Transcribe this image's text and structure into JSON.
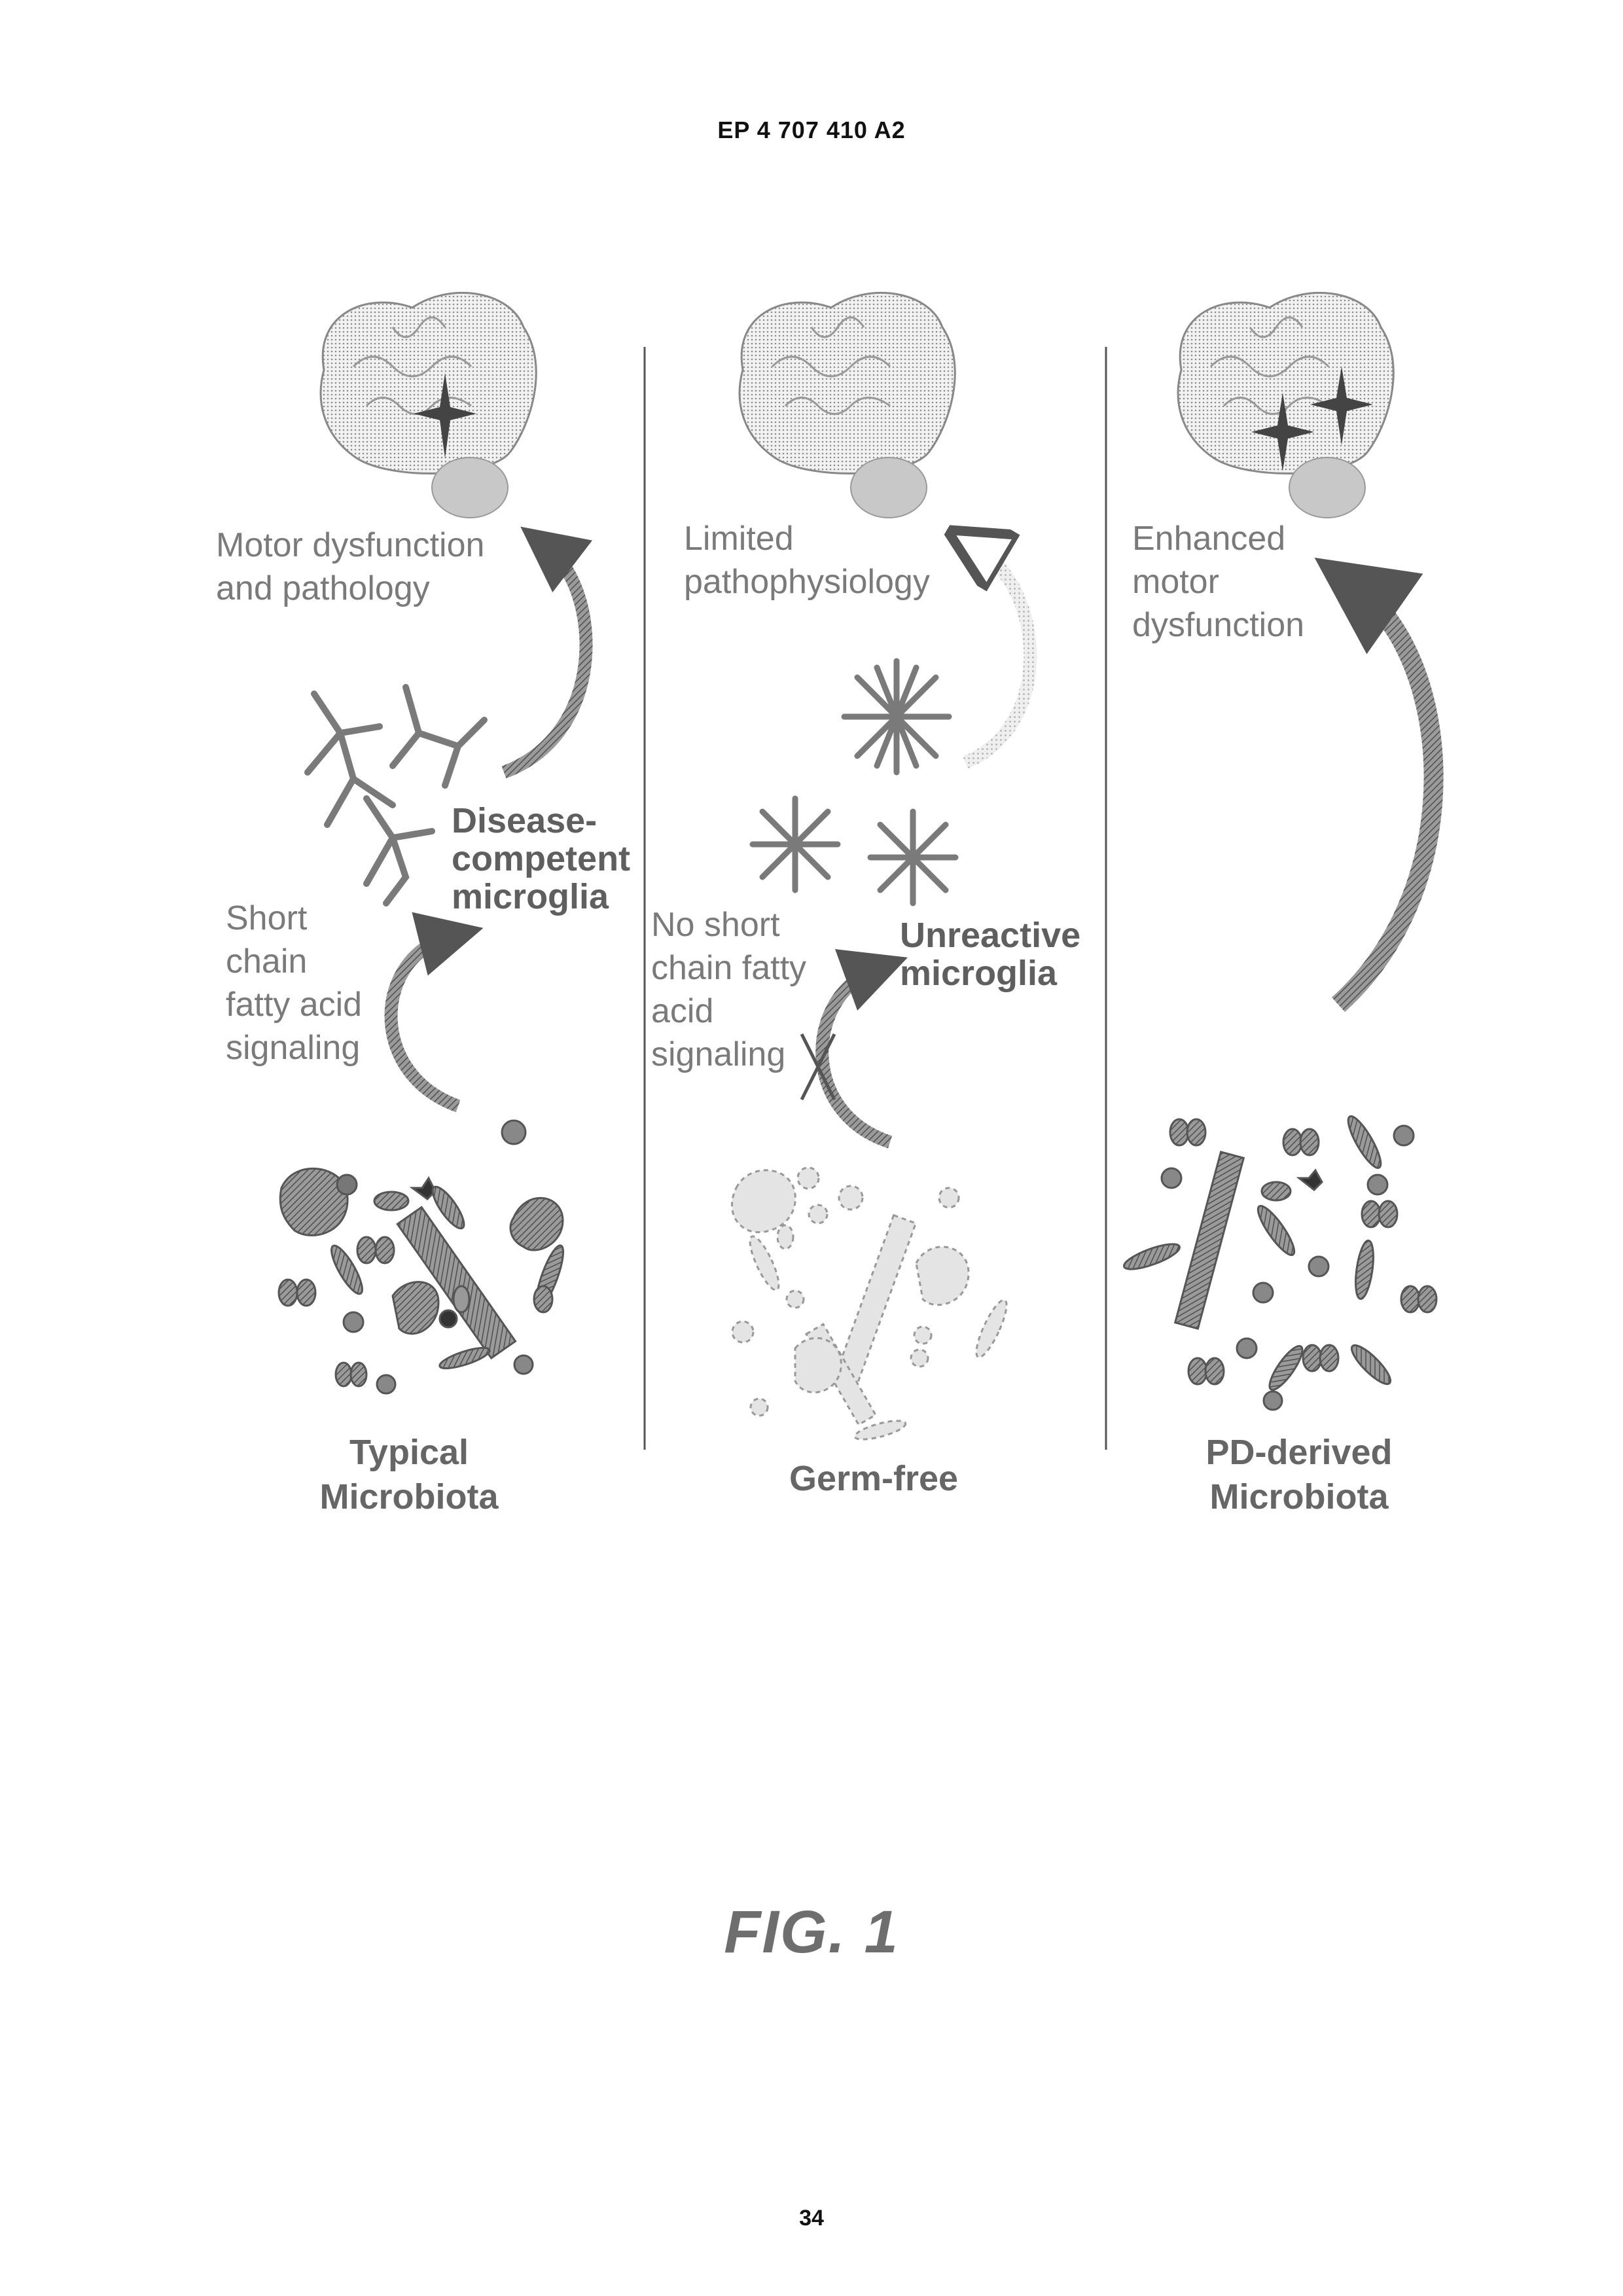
{
  "header": {
    "patent_number": "EP 4 707 410 A2"
  },
  "figure": {
    "label": "FIG. 1",
    "columns": [
      {
        "outcome": "Motor dysfunction\nand pathology",
        "microglia": "Disease-\ncompetent\nmicroglia",
        "signaling": "Short\nchain\nfatty acid\nsignaling",
        "caption": "Typical\nMicrobiota"
      },
      {
        "outcome": "Limited\npathophysiology",
        "microglia": "Unreactive\nmicroglia",
        "signaling": "No short\nchain fatty\nacid\nsignaling",
        "caption": "Germ-free"
      },
      {
        "outcome": "Enhanced\nmotor\ndysfunction",
        "caption": "PD-derived\nMicrobiota"
      }
    ]
  },
  "footer": {
    "page_number": "34"
  },
  "colors": {
    "illustration_gray": "#8a8a8a",
    "dark_gray": "#555555",
    "light_fill": "#d6d6d6"
  }
}
